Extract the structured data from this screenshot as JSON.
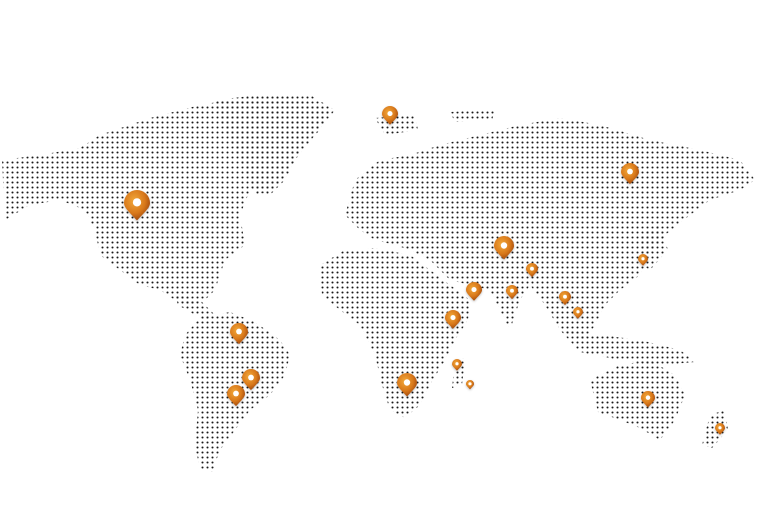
{
  "map": {
    "land_dot_color": "#1a1a1a",
    "background": "#ffffff",
    "pin_colors": {
      "outer": "#e08a1c",
      "inner": "#9a3f0a",
      "center": "#ffffff"
    }
  },
  "markers": [
    {
      "name": "marker-canada"
    },
    {
      "name": "marker-greenland-svalbard"
    },
    {
      "name": "marker-russia-east"
    },
    {
      "name": "marker-china"
    },
    {
      "name": "marker-nepal"
    },
    {
      "name": "marker-iran"
    },
    {
      "name": "marker-india"
    },
    {
      "name": "marker-myanmar"
    },
    {
      "name": "marker-vietnam"
    },
    {
      "name": "marker-japan"
    },
    {
      "name": "marker-east-africa"
    },
    {
      "name": "marker-south-africa"
    },
    {
      "name": "marker-madagascar-1"
    },
    {
      "name": "marker-madagascar-2"
    },
    {
      "name": "marker-colombia"
    },
    {
      "name": "marker-brazil"
    },
    {
      "name": "marker-paraguay"
    },
    {
      "name": "marker-australia"
    },
    {
      "name": "marker-new-zealand"
    }
  ]
}
